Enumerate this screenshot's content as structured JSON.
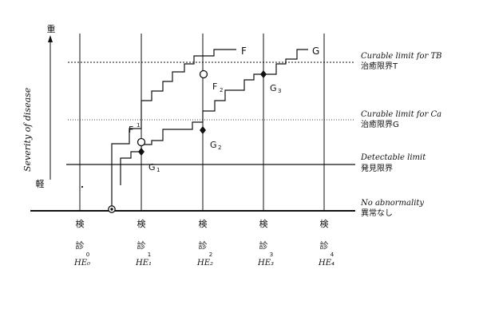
{
  "axis": {
    "y_label": "Severity of disease",
    "y_top": "重",
    "y_bottom": "軽"
  },
  "limits": {
    "tb_en": "Curable limit for TB",
    "tb_jp": "治癒限界T",
    "ca_en": "Curable limit for Ca",
    "ca_jp": "治癒限界G",
    "detect_en": "Detectable limit",
    "detect_jp": "発見限界",
    "normal_en": "No abnormality",
    "normal_jp": "異常なし"
  },
  "exams": [
    {
      "kanji1": "検",
      "kanji2": "診",
      "sub": "0",
      "code": "HE₀"
    },
    {
      "kanji1": "検",
      "kanji2": "診",
      "sub": "1",
      "code": "HE₁"
    },
    {
      "kanji1": "検",
      "kanji2": "診",
      "sub": "2",
      "code": "HE₂"
    },
    {
      "kanji1": "検",
      "kanji2": "診",
      "sub": "3",
      "code": "HE₃"
    },
    {
      "kanji1": "検",
      "kanji2": "診",
      "sub": "4",
      "code": "HE₄"
    }
  ],
  "points": {
    "F": "F",
    "F1": "F",
    "F1_sub": "1",
    "F2": "F",
    "F2_sub": "2",
    "G": "G",
    "G1": "G",
    "G1_sub": "1",
    "G2": "G",
    "G2_sub": "2",
    "G3": "G",
    "G3_sub": "3"
  }
}
